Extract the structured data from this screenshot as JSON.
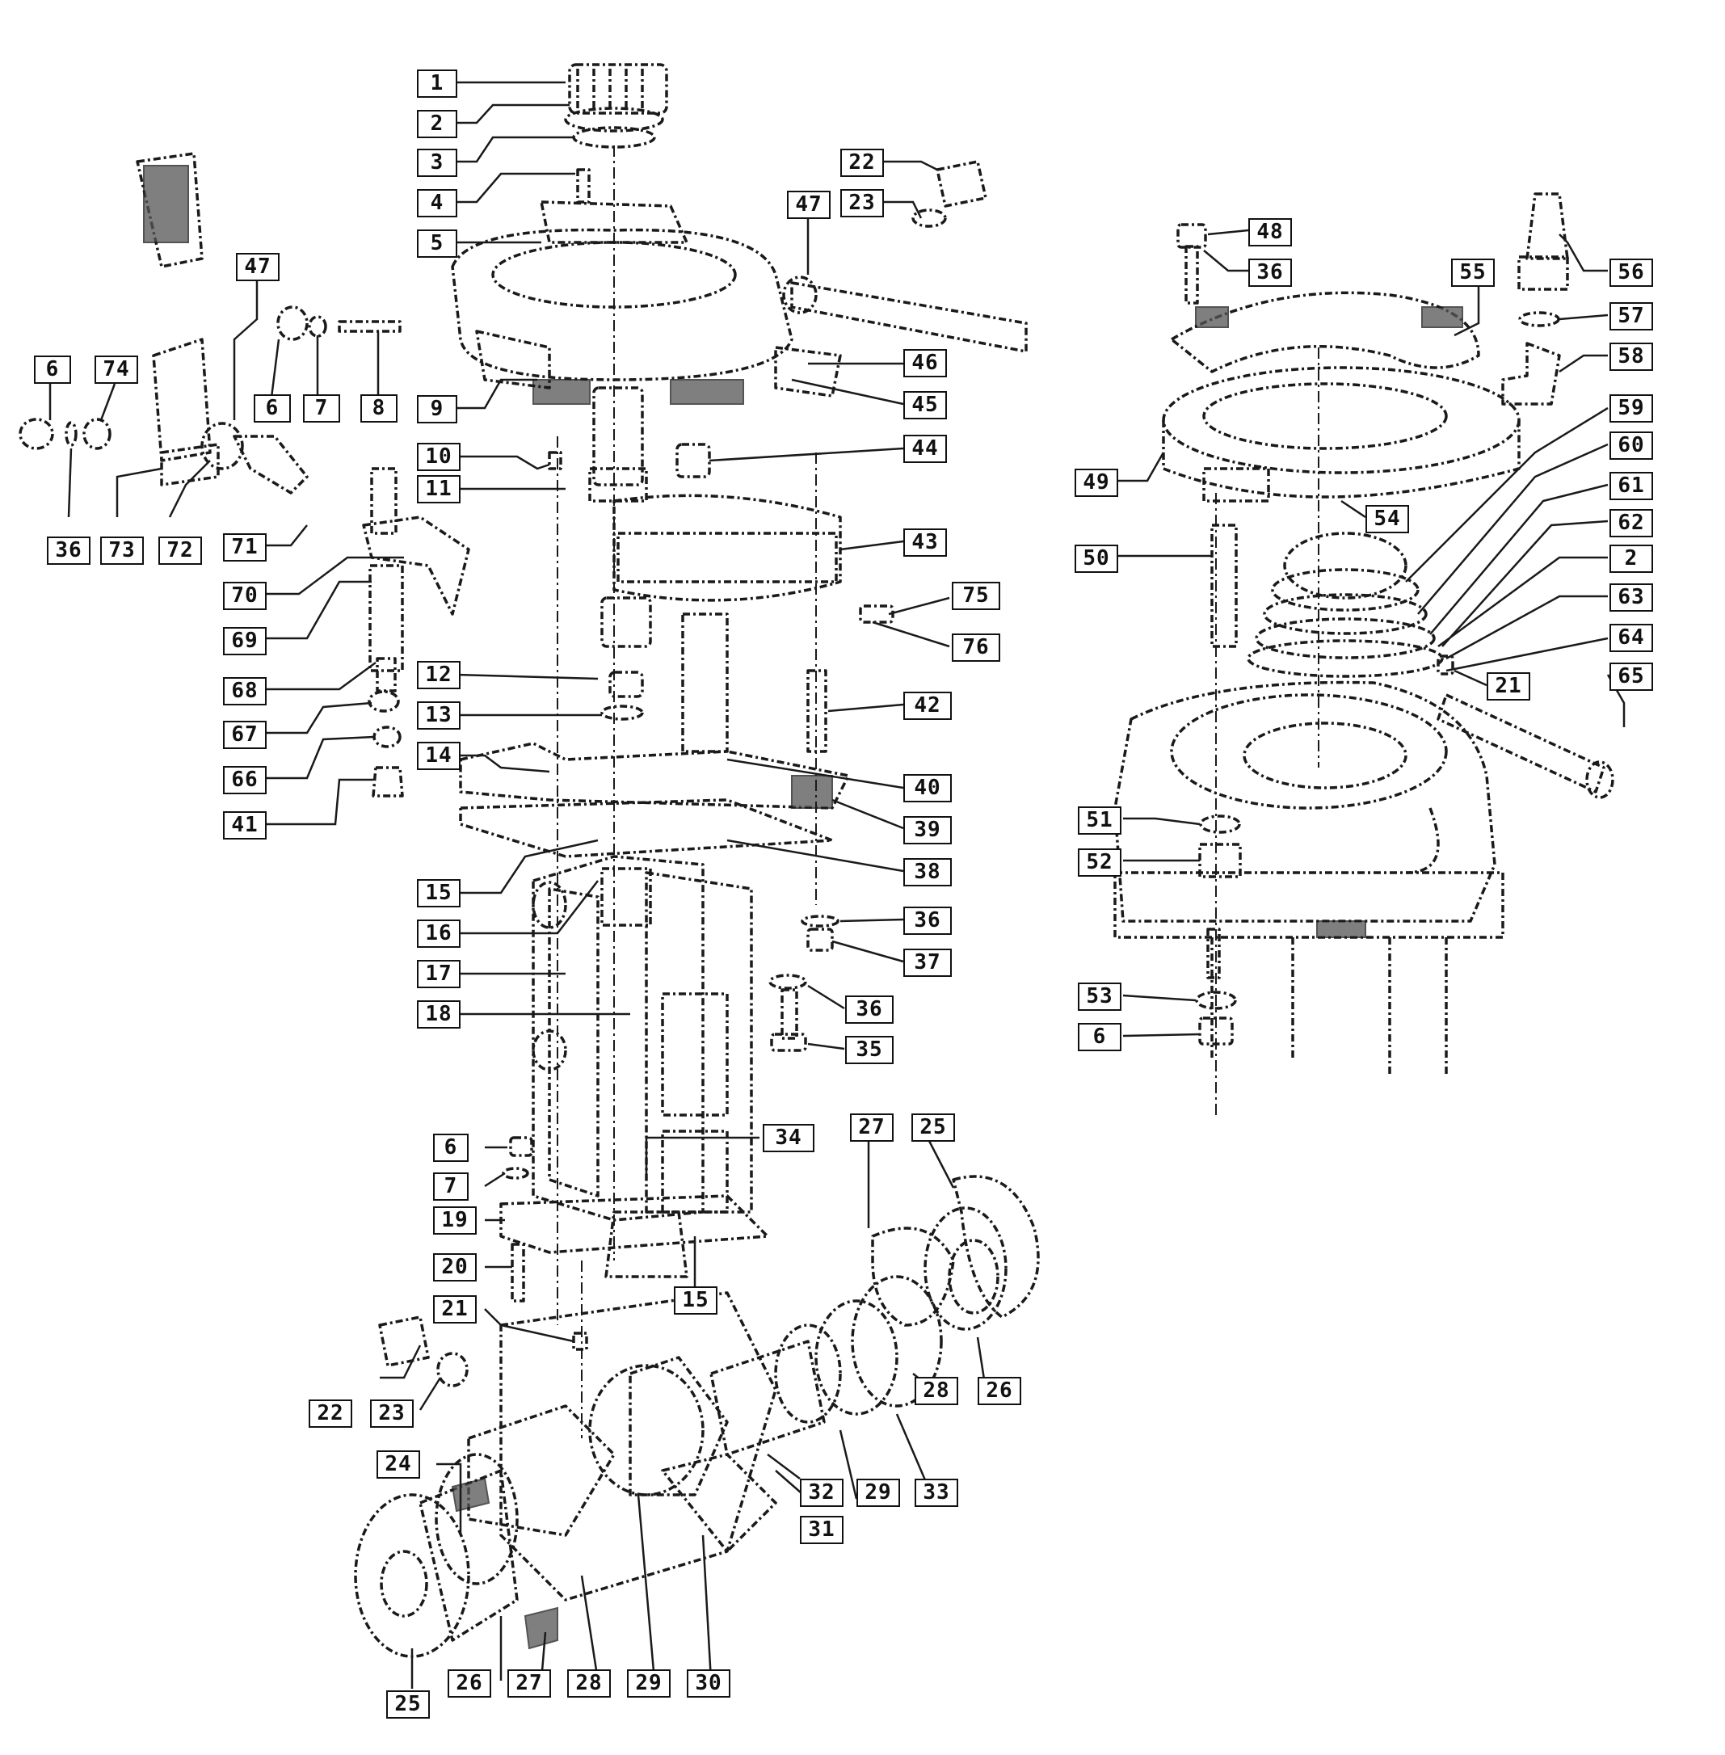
{
  "callouts": {
    "c1": "1",
    "c2": "2",
    "c3": "3",
    "c4": "4",
    "c5": "5",
    "c6": "6",
    "c7": "7",
    "c8": "8",
    "c9": "9",
    "c10": "10",
    "c11": "11",
    "c12": "12",
    "c13": "13",
    "c14": "14",
    "c15": "15",
    "c16": "16",
    "c17": "17",
    "c18": "18",
    "c19": "19",
    "c20": "20",
    "c21": "21",
    "c22": "22",
    "c23": "23",
    "c24": "24",
    "c25": "25",
    "c26": "26",
    "c27": "27",
    "c28": "28",
    "c29": "29",
    "c30": "30",
    "c31": "31",
    "c32": "32",
    "c33": "33",
    "c34": "34",
    "c35": "35",
    "c36": "36",
    "c37": "37",
    "c38": "38",
    "c39": "39",
    "c40": "40",
    "c41": "41",
    "c42": "42",
    "c43": "43",
    "c44": "44",
    "c45": "45",
    "c46": "46",
    "c47": "47",
    "c48": "48",
    "c49": "49",
    "c50": "50",
    "c51": "51",
    "c52": "52",
    "c53": "53",
    "c54": "54",
    "c55": "55",
    "c56": "56",
    "c57": "57",
    "c58": "58",
    "c59": "59",
    "c60": "60",
    "c61": "61",
    "c62": "62",
    "c63": "63",
    "c64": "64",
    "c65": "65",
    "c66": "66",
    "c67": "67",
    "c68": "68",
    "c69": "69",
    "c70": "70",
    "c71": "71",
    "c72": "72",
    "c73": "73",
    "c74": "74",
    "c75": "75",
    "c76": "76"
  },
  "colors": {
    "ink": "#1a1a1a",
    "paper": "#ffffff"
  }
}
